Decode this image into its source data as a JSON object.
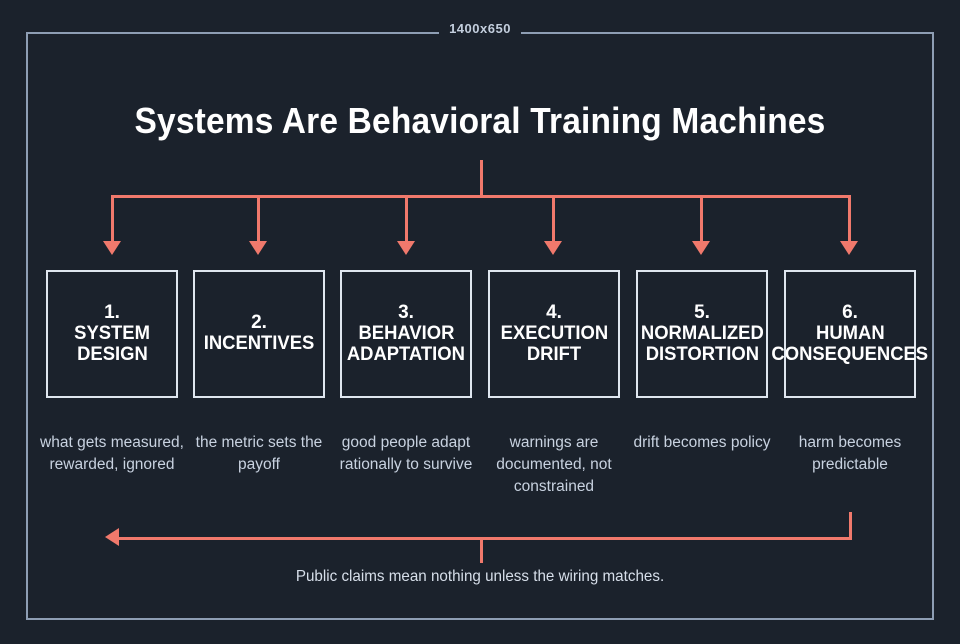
{
  "frame": {
    "dimension_label": "1400x650"
  },
  "title": "Systems Are Behavioral Training Machines",
  "footer": "Public claims mean nothing unless the wiring matches.",
  "colors": {
    "background": "#1b222c",
    "frame_border": "#8e9eb4",
    "connector": "#f0796c",
    "box_border": "#dfe6ef",
    "box_text": "#ffffff",
    "caption_text": "#c8d2e0"
  },
  "stages": [
    {
      "number": "1.",
      "title_line1": "SYSTEM",
      "title_line2": "DESIGN",
      "caption": "what gets measured, rewarded, ignored"
    },
    {
      "number": "2.",
      "title_line1": "INCENTIVES",
      "title_line2": "",
      "caption": "the metric sets the payoff"
    },
    {
      "number": "3.",
      "title_line1": "BEHAVIOR",
      "title_line2": "ADAPTATION",
      "caption": "good people adapt rationally to survive"
    },
    {
      "number": "4.",
      "title_line1": "EXECUTION",
      "title_line2": "DRIFT",
      "caption": "warnings are documented, not constrained"
    },
    {
      "number": "5.",
      "title_line1": "NORMALIZED",
      "title_line2": "DISTORTION",
      "caption": "drift becomes policy"
    },
    {
      "number": "6.",
      "title_line1": "HUMAN",
      "title_line2": "CONSEQUENCES",
      "caption": "harm becomes predictable"
    }
  ]
}
